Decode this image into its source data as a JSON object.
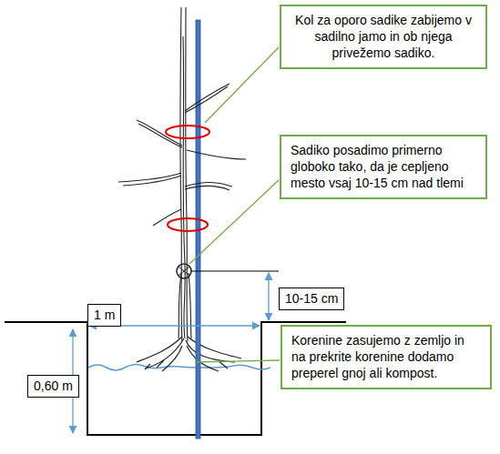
{
  "diagram": {
    "nodes": [
      {
        "text": [
          "Kol za oporo sadike zabijemo v sadilno jamo in ob njega privežemo sadiko."
        ]
      },
      {
        "text": [
          "Sadiko posadimo primerno globoko tako, da je cepljeno mesto vsaj 10-15 cm nad tlemi"
        ]
      },
      {
        "text": [
          "10-15 cm"
        ]
      },
      {
        "text": [
          "1 m"
        ]
      },
      {
        "text": [
          "0,60 m"
        ]
      },
      {
        "text": [
          "Korenine zasujemo z zemljo in na prekrite korenine dodamo preperel gnoj ali kompost."
        ]
      }
    ]
  }
}
